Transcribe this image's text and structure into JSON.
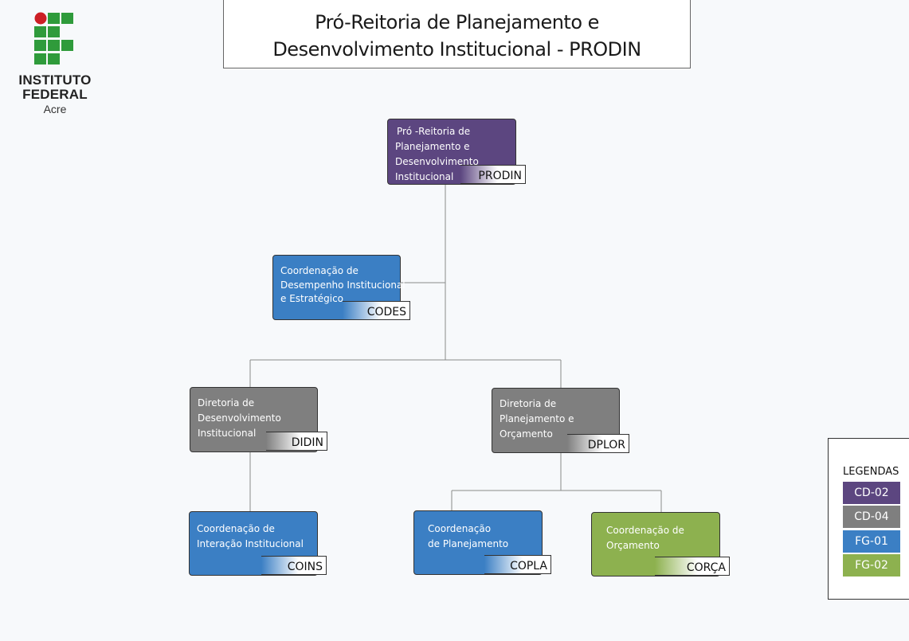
{
  "logo": {
    "line1": "INSTITUTO",
    "line2": "FEDERAL",
    "line3": "Acre",
    "colors": {
      "red": "#cc1f25",
      "green": "#2f9b3b"
    }
  },
  "title": {
    "line1": "Pró-Reitoria de Planejamento e",
    "line2": "Desenvolvimento Institucional - PRODIN"
  },
  "nodes": {
    "prodin": {
      "lines": [
        "Pró -Reitoria de",
        "Planejamento e",
        "Desenvolvimento",
        "Institucional"
      ],
      "tag": "PRODIN"
    },
    "codes": {
      "lines": [
        "Coordenação de",
        "Desempenho Institucional",
        "e Estratégico"
      ],
      "tag": "CODES"
    },
    "didin": {
      "lines": [
        "Diretoria de",
        "Desenvolvimento",
        "Institucional"
      ],
      "tag": "DIDIN"
    },
    "dplor": {
      "lines": [
        "Diretoria de",
        "Planejamento e",
        "Orçamento"
      ],
      "tag": "DPLOR"
    },
    "coins": {
      "lines": [
        "Coordenação de",
        "Interação Institucional"
      ],
      "tag": "COINS"
    },
    "copla": {
      "lines": [
        "Coordenação",
        "de Planejamento"
      ],
      "tag": "COPLA"
    },
    "corca": {
      "lines": [
        "Coordenação de",
        "Orçamento"
      ],
      "tag": "CORÇA"
    }
  },
  "legend": {
    "title": "LEGENDAS",
    "items": [
      {
        "label": "CD-02",
        "color": "#5c4680"
      },
      {
        "label": "CD-04",
        "color": "#7f7f7f"
      },
      {
        "label": "FG-01",
        "color": "#3b7fc4"
      },
      {
        "label": "FG-02",
        "color": "#8db14f"
      }
    ]
  }
}
